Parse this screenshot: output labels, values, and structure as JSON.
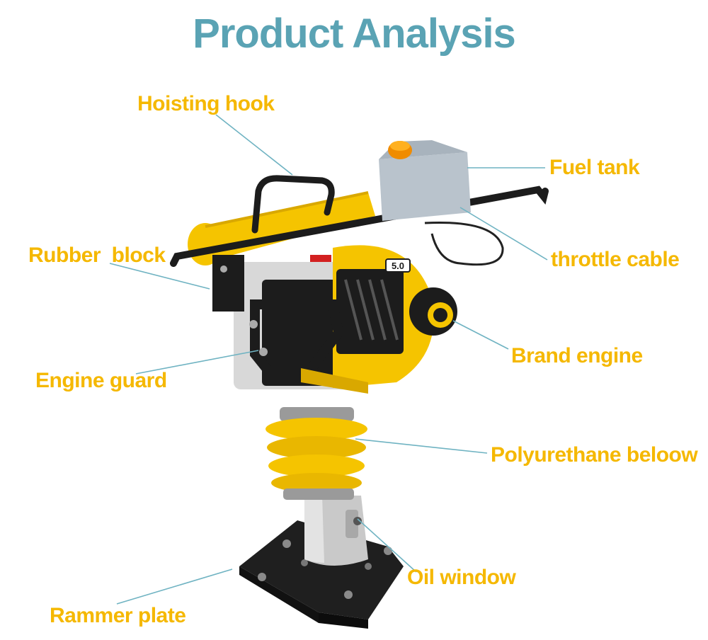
{
  "title": "Product Analysis",
  "labels": {
    "hoisting_hook": "Hoisting hook",
    "fuel_tank": "Fuel tank",
    "rubber_block": "Rubber  block",
    "throttle_cable": "throttle cable",
    "brand_engine": "Brand engine",
    "engine_guard": "Engine guard",
    "polyurethane_bellow": "Polyurethane beloow",
    "oil_window": "Oil window",
    "rammer_plate": "Rammer plate"
  },
  "engine_badge": "5.0",
  "colors": {
    "title": "#5aa3b4",
    "label": "#f5b800",
    "leader_line": "#6fb3c2",
    "machine_yellow": "#f5c400",
    "machine_black": "#1c1c1c"
  }
}
